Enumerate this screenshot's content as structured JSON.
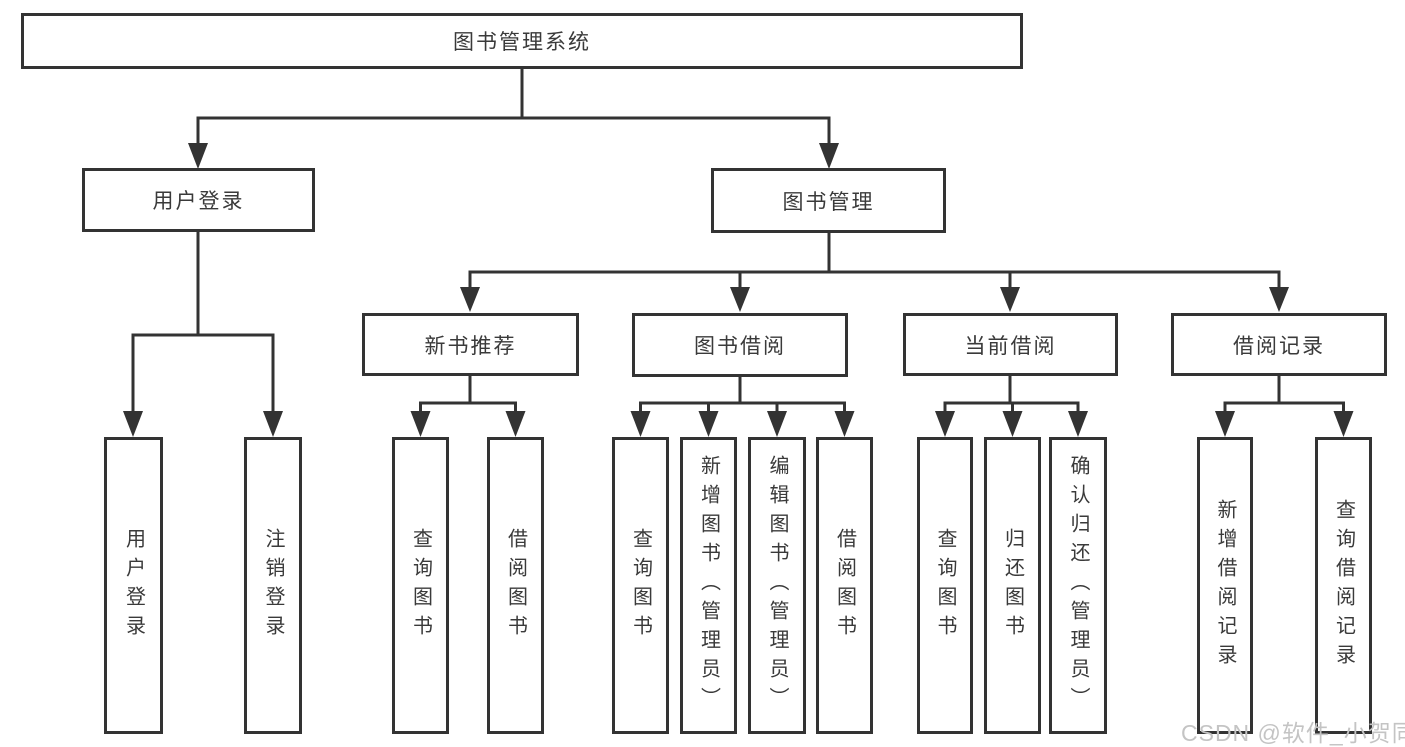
{
  "tree": {
    "label": "图书管理系统",
    "children": [
      {
        "label": "用户登录",
        "children": [
          {
            "label": "用户登录"
          },
          {
            "label": "注销登录"
          }
        ]
      },
      {
        "label": "图书管理",
        "children": [
          {
            "label": "新书推荐",
            "children": [
              {
                "label": "查询图书"
              },
              {
                "label": "借阅图书"
              }
            ]
          },
          {
            "label": "图书借阅",
            "children": [
              {
                "label": "查询图书"
              },
              {
                "label": "新增图书（管理员）"
              },
              {
                "label": "编辑图书（管理员）"
              },
              {
                "label": "借阅图书"
              }
            ]
          },
          {
            "label": "当前借阅",
            "children": [
              {
                "label": "查询图书"
              },
              {
                "label": "归还图书"
              },
              {
                "label": "确认归还（管理员）"
              }
            ]
          },
          {
            "label": "借阅记录",
            "children": [
              {
                "label": "新增借阅记录"
              },
              {
                "label": "查询借阅记录"
              }
            ]
          }
        ]
      }
    ]
  },
  "watermark": {
    "text": "CSDN @软件_小贺同学"
  },
  "colors": {
    "line": "#333333",
    "text": "#3a3a3a",
    "box_bg": "#ffffff",
    "watermark": "#c4c4c4",
    "background": "#ffffff"
  }
}
